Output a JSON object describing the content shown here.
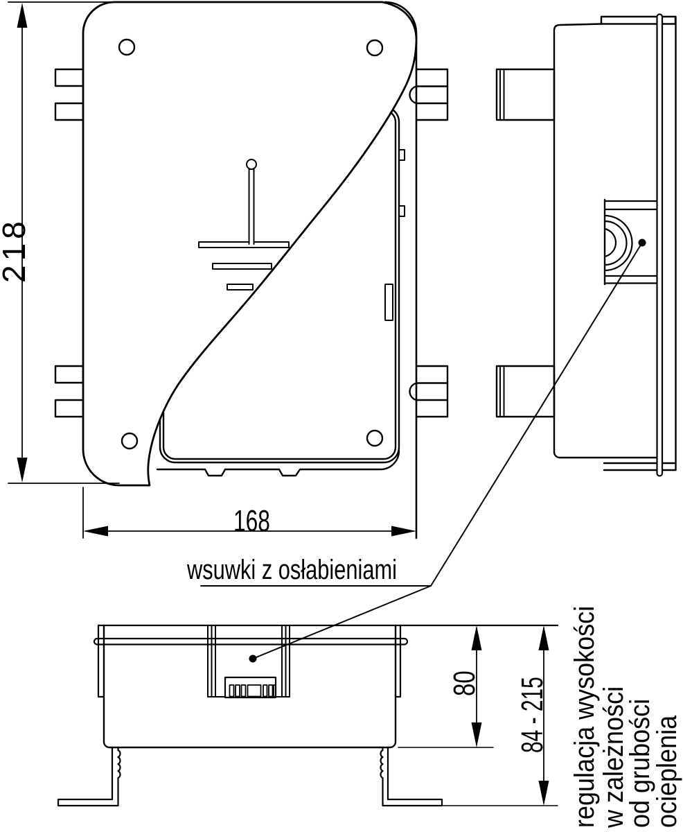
{
  "drawing": {
    "background_color": "#ffffff",
    "line_color": "#000000",
    "dimensions": {
      "height": "218",
      "width": "168",
      "box_depth": "80",
      "depth_range": "84 - 215"
    },
    "labels": {
      "slides_note": "wsuwki z osłabieniami",
      "adjust_note_lines": [
        "regulacja wysokości",
        "w zależności",
        "od grubości",
        "ocieplenia"
      ]
    }
  }
}
